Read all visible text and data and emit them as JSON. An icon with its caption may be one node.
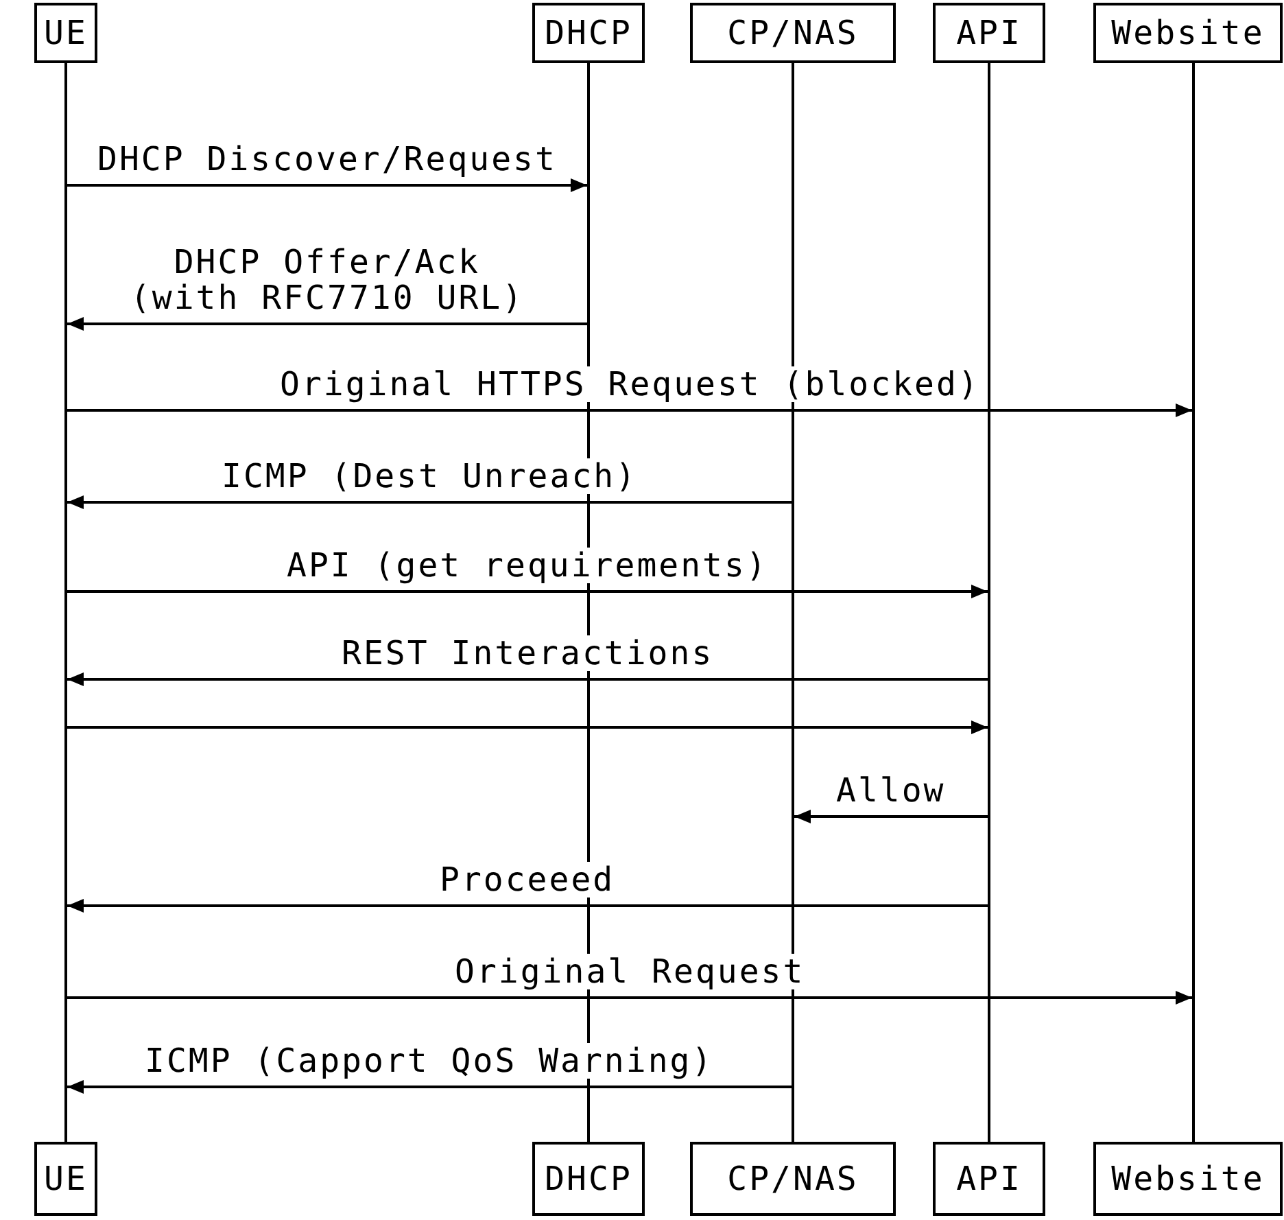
{
  "diagram": {
    "nodes": [
      {
        "text": [
          "UE"
        ]
      },
      {
        "text": [
          "DHCP"
        ]
      },
      {
        "text": [
          "CP/NAS"
        ]
      },
      {
        "text": [
          "API"
        ]
      },
      {
        "text": [
          "Website"
        ]
      },
      {
        "text": [],
        "shape": "bar"
      },
      {
        "text": [],
        "shape": "bar"
      },
      {
        "text": [],
        "shape": "bar"
      },
      {
        "text": [],
        "shape": "bar"
      },
      {
        "text": [],
        "shape": "bar"
      },
      {
        "text": [
          "UE"
        ]
      },
      {
        "text": [
          "DHCP"
        ]
      },
      {
        "text": [
          "CP/NAS"
        ]
      },
      {
        "text": [
          "API"
        ]
      },
      {
        "text": [
          "Website"
        ]
      }
    ],
    "edges": [
      {
        "from": 5,
        "to": 6,
        "arrow": "to",
        "label": "DHCP Discover/Request"
      },
      {
        "from": 6,
        "to": 5,
        "arrow": "to",
        "label": "DHCP Offer/Ack (with RFC7710 URL)"
      },
      {
        "from": 5,
        "to": 9,
        "arrow": "to",
        "label": "Original HTTPS Request (blocked)"
      },
      {
        "from": 7,
        "to": 5,
        "arrow": "to",
        "label": "ICMP (Dest Unreach)"
      },
      {
        "from": 5,
        "to": 8,
        "arrow": "to",
        "label": "API (get requirements)"
      },
      {
        "from": 8,
        "to": 5,
        "arrow": "to",
        "label": "REST Interactions"
      },
      {
        "from": 5,
        "to": 8,
        "arrow": "to"
      },
      {
        "from": 8,
        "to": 7,
        "arrow": "to",
        "label": "Allow"
      },
      {
        "from": 8,
        "to": 5,
        "arrow": "to",
        "label": "Proceeed"
      },
      {
        "from": 5,
        "to": 9,
        "arrow": "to",
        "label": "Original Request"
      },
      {
        "from": 7,
        "to": 5,
        "arrow": "to",
        "label": "ICMP (Capport QoS Warning)"
      }
    ]
  }
}
